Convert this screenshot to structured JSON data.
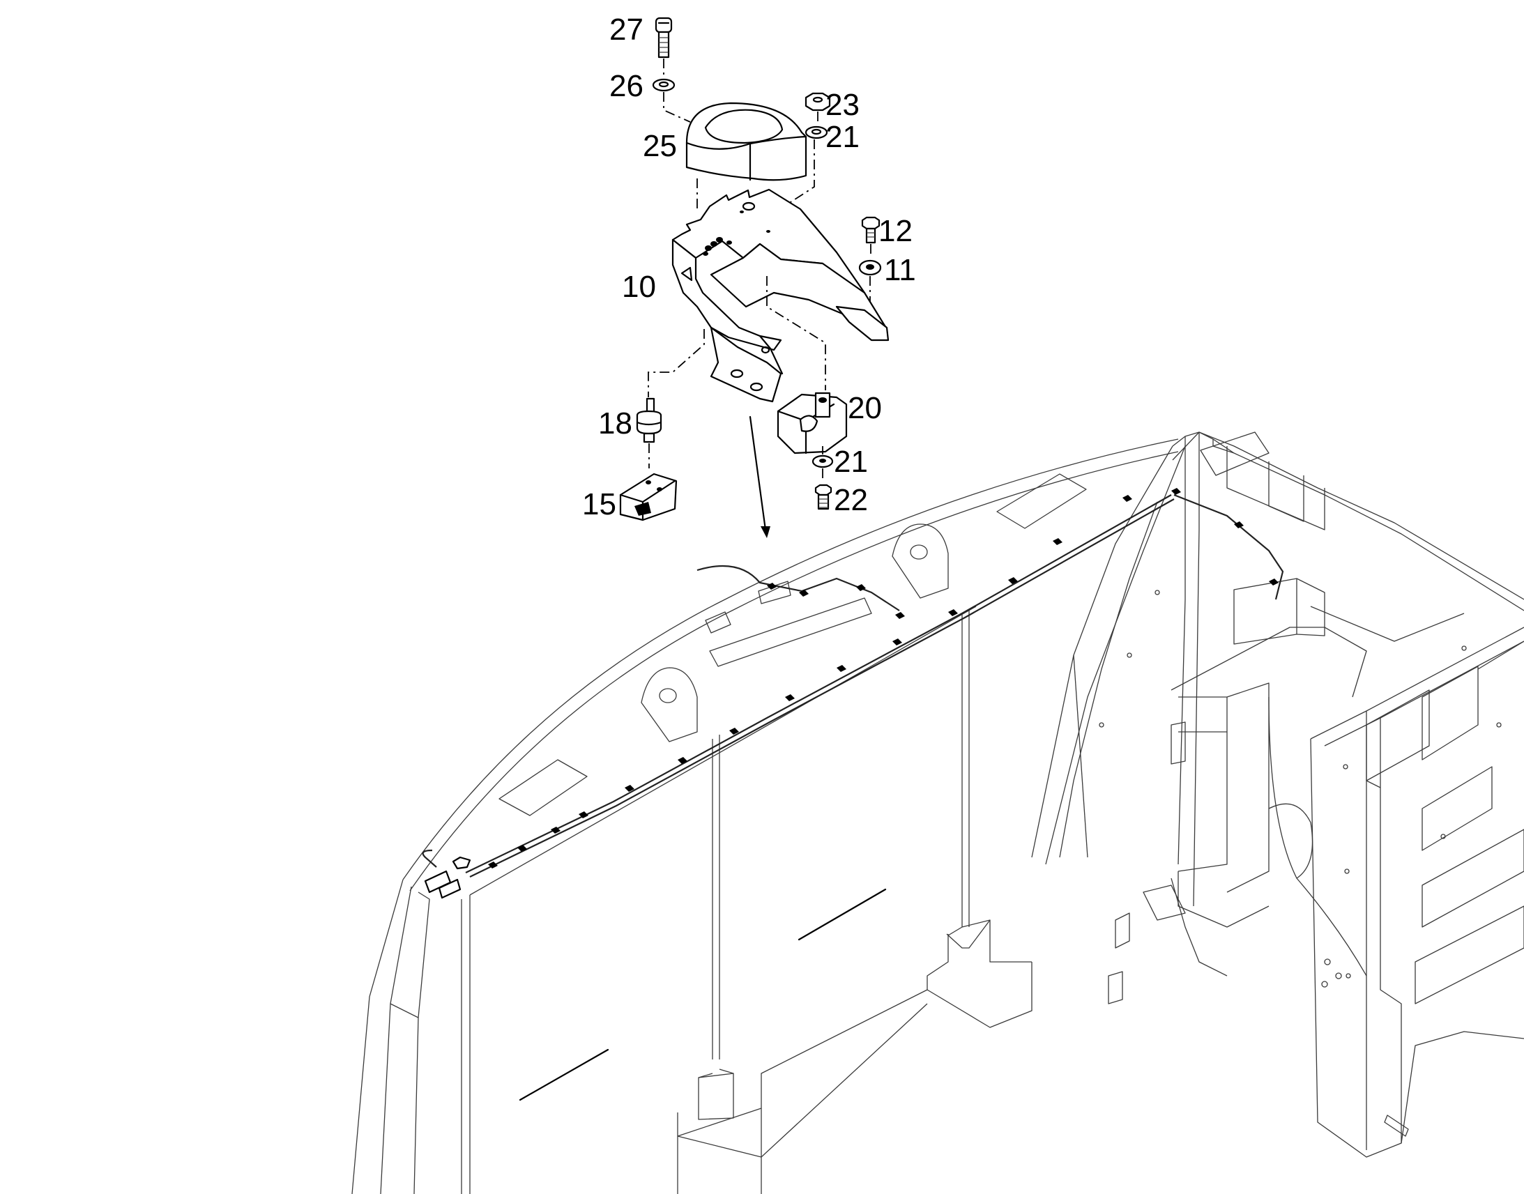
{
  "diagram": {
    "callouts": [
      {
        "id": "27",
        "text": "27"
      },
      {
        "id": "26",
        "text": "26"
      },
      {
        "id": "23",
        "text": "23"
      },
      {
        "id": "21a",
        "text": "21"
      },
      {
        "id": "25",
        "text": "25"
      },
      {
        "id": "12",
        "text": "12"
      },
      {
        "id": "11",
        "text": "11"
      },
      {
        "id": "10",
        "text": "10"
      },
      {
        "id": "20",
        "text": "20"
      },
      {
        "id": "18",
        "text": "18"
      },
      {
        "id": "21b",
        "text": "21"
      },
      {
        "id": "15",
        "text": "15"
      },
      {
        "id": "22",
        "text": "22"
      }
    ]
  }
}
